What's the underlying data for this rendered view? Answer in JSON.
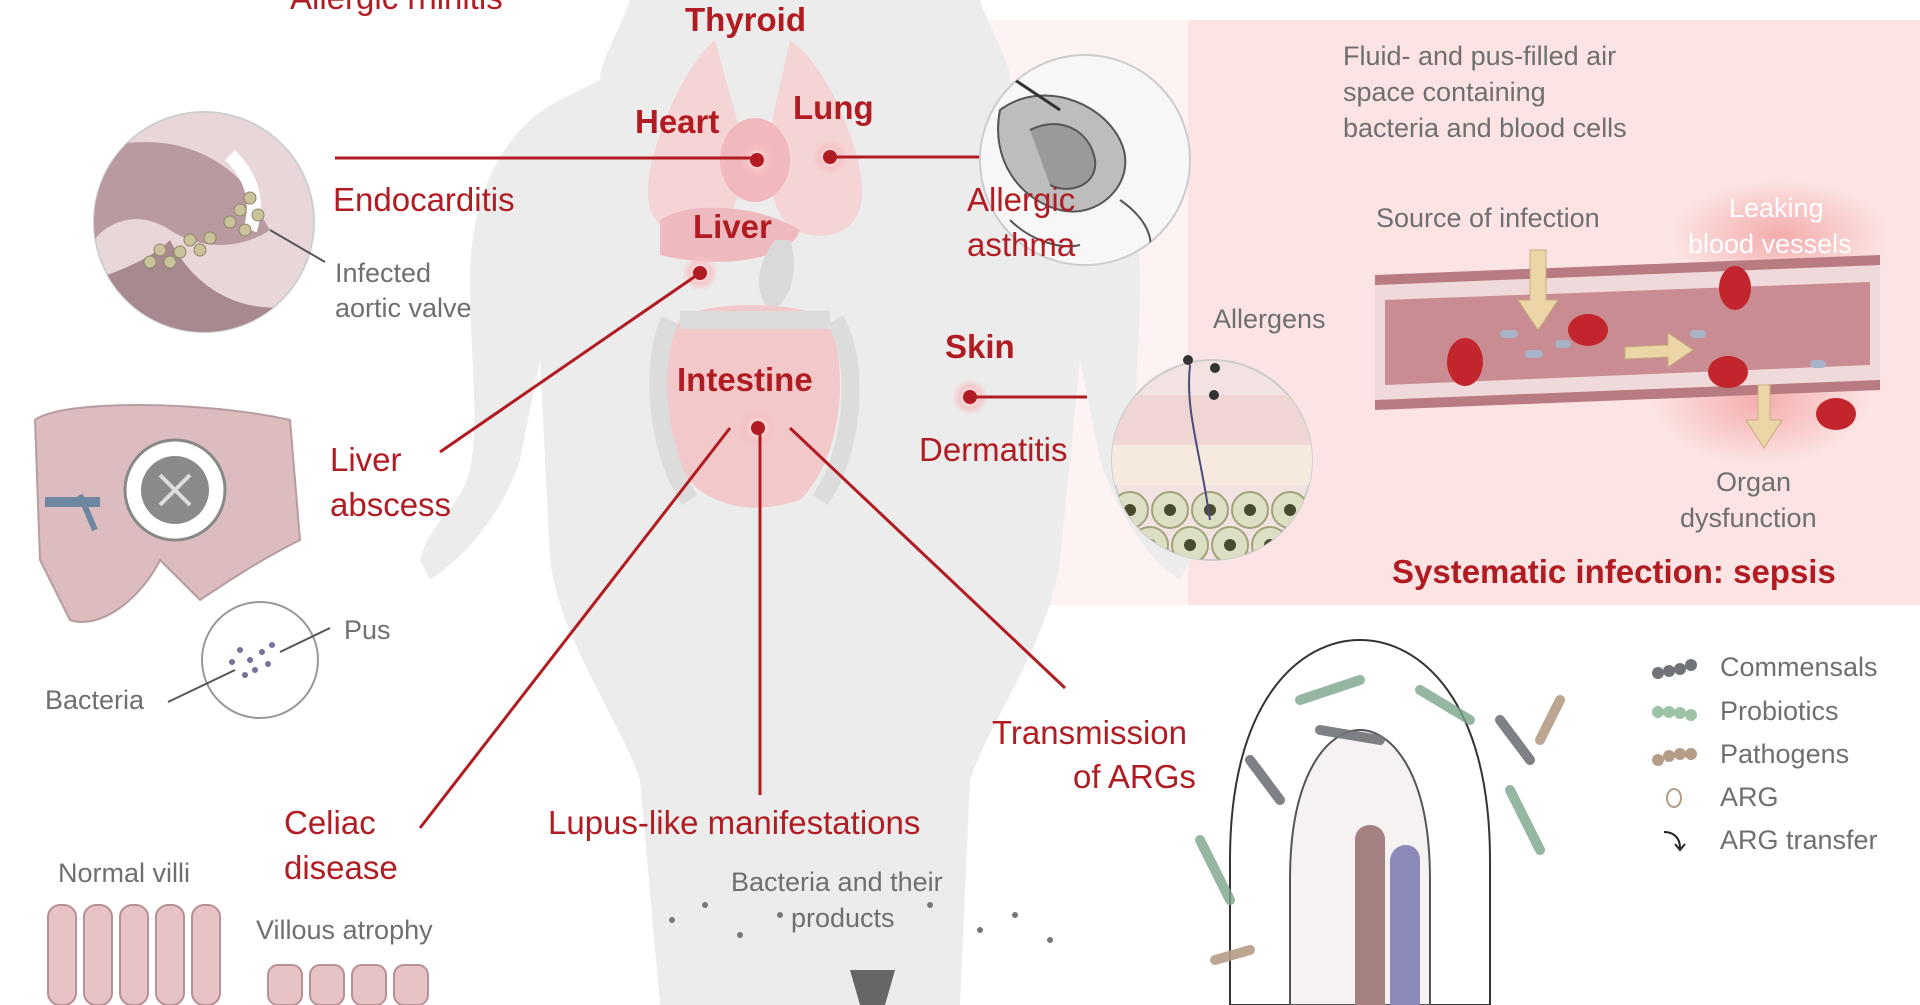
{
  "colors": {
    "accent_red": "#b01c22",
    "label_gray": "#6f6f6f",
    "sepsis_panel": "#fbe0e0",
    "body_silhouette": "#ececec",
    "organ_pink": "#f4c4c7"
  },
  "header": {
    "partial_label": "Allergic rhinitis"
  },
  "organs": {
    "thyroid": "Thyroid",
    "heart": "Heart",
    "lung": "Lung",
    "liver": "Liver",
    "intestine": "Intestine",
    "skin": "Skin"
  },
  "diseases": {
    "endocarditis": "Endocarditis",
    "allergic_asthma": [
      "Allergic",
      "asthma"
    ],
    "liver_abscess": [
      "Liver",
      "abscess"
    ],
    "dermatitis": "Dermatitis",
    "celiac": [
      "Celiac",
      "disease"
    ],
    "lupus": "Lupus-like manifestations",
    "args": [
      "Transmission",
      "of ARGs"
    ]
  },
  "annotations": {
    "aortic_valve": [
      "Infected",
      "aortic valve"
    ],
    "pus": "Pus",
    "bacteria": "Bacteria",
    "fluid": [
      "Fluid- and pus-filled air",
      "space containing",
      "bacteria and blood cells"
    ],
    "allergens": "Allergens",
    "source_infection": "Source of infection",
    "leaking_vessels": [
      "Leaking",
      "blood vessels"
    ],
    "organ_dysfunction": [
      "Organ",
      "dysfunction"
    ],
    "normal_villi": "Normal villi",
    "villous_atrophy": "Villous atrophy",
    "bacteria_products": [
      "Bacteria and their",
      "products"
    ]
  },
  "sepsis": {
    "title": "Systematic infection: sepsis"
  },
  "legend": [
    {
      "label": "Commensals",
      "icon": "commensal-chain-icon",
      "color": "#707378"
    },
    {
      "label": "Probiotics",
      "icon": "probiotic-chain-icon",
      "color": "#9cc3a6"
    },
    {
      "label": "Pathogens",
      "icon": "pathogen-chain-icon",
      "color": "#b59c86"
    },
    {
      "label": "ARG",
      "icon": "arg-ring-icon",
      "color": "#b59c86"
    },
    {
      "label": "ARG transfer",
      "icon": "arg-transfer-arrow-icon",
      "color": "#222222"
    }
  ]
}
